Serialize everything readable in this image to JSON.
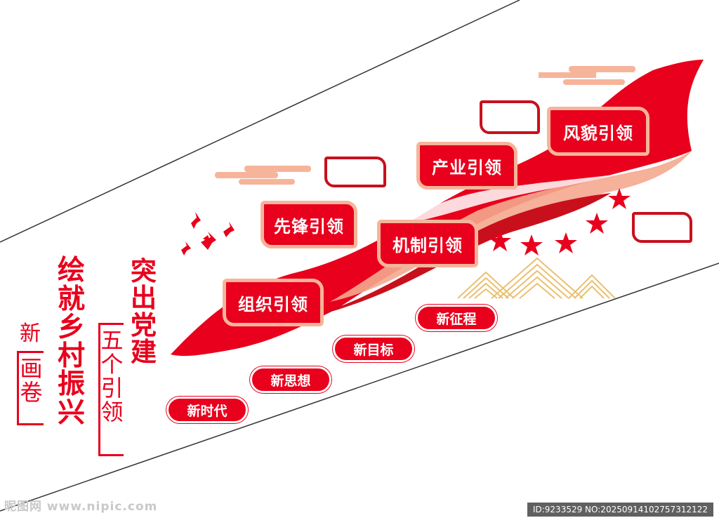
{
  "badges": {
    "b1": "组织引领",
    "b2": "先锋引领",
    "b3": "机制引领",
    "b4": "产业引领",
    "b5": "风貌引领"
  },
  "pills": {
    "p1": "新时代",
    "p2": "新思想",
    "p3": "新目标",
    "p4": "新征程"
  },
  "title1": [
    "突",
    "出",
    "党",
    "建"
  ],
  "bracket1": [
    "五",
    "个",
    "引",
    "领"
  ],
  "title2": [
    "绘",
    "就",
    "乡",
    "村",
    "振",
    "兴"
  ],
  "small_top": "新",
  "bracket2": [
    "画",
    "卷"
  ],
  "watermark": {
    "left": "昵图网 www.nipic.com",
    "right": "ID:9233529 NO:20250914102757312122"
  },
  "colors": {
    "red": "#e8001c",
    "dark_red": "#c8101c",
    "peach": "#f6b49a",
    "gold": "#eac070"
  },
  "icons": [
    "bird-icon",
    "star-icon",
    "cloud-icon",
    "mountain-icon",
    "ribbon-icon"
  ]
}
